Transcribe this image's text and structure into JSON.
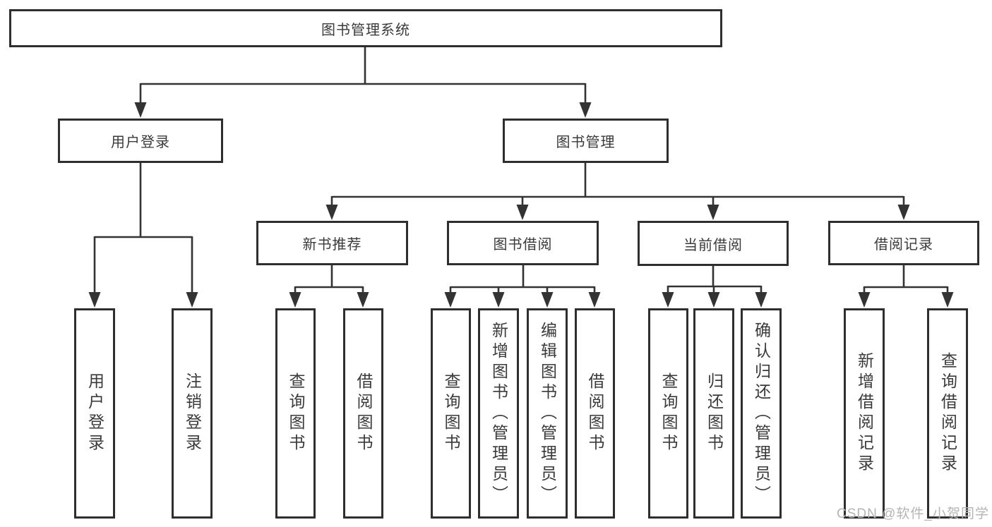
{
  "diagram": {
    "root": {
      "label": "图书管理系统"
    },
    "branches": [
      {
        "label": "用户登录",
        "children": [
          {
            "label": "用户登录"
          },
          {
            "label": "注销登录"
          }
        ]
      },
      {
        "label": "图书管理",
        "children": [
          {
            "label": "新书推荐",
            "children": [
              {
                "label": "查询图书"
              },
              {
                "label": "借阅图书"
              }
            ]
          },
          {
            "label": "图书借阅",
            "children": [
              {
                "label": "查询图书"
              },
              {
                "label": "新增图书（管理员）"
              },
              {
                "label": "编辑图书（管理员）"
              },
              {
                "label": "借阅图书"
              }
            ]
          },
          {
            "label": "当前借阅",
            "children": [
              {
                "label": "查询图书"
              },
              {
                "label": "归还图书"
              },
              {
                "label": "确认归还（管理员）"
              }
            ]
          },
          {
            "label": "借阅记录",
            "children": [
              {
                "label": "新增借阅记录"
              },
              {
                "label": "查询借阅记录"
              }
            ]
          }
        ]
      }
    ]
  },
  "watermark": {
    "text": "CSDN @软件_小贺同学"
  },
  "colors": {
    "line": "#333333",
    "box_border": "#2e2e2e",
    "text": "#3a3a3a",
    "background": "#ffffff",
    "watermark": "#b4b4b4"
  }
}
